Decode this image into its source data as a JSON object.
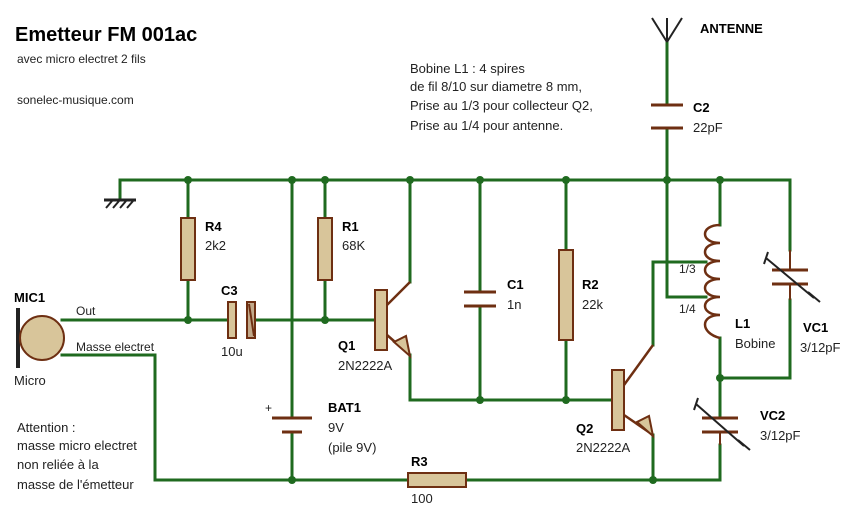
{
  "title": "Emetteur FM 001ac",
  "subtitle": "avec micro electret 2 fils",
  "website": "sonelec-musique.com",
  "coil_note": [
    "Bobine L1 : 4 spires",
    "de fil 8/10 sur diametre 8 mm,",
    "Prise au 1/3 pour collecteur Q2,",
    "Prise au 1/4 pour antenne."
  ],
  "attention_note": [
    "Attention :",
    "masse micro electret",
    "non reliée à la",
    "masse de l'émetteur"
  ],
  "antenna_label": "ANTENNE",
  "components": {
    "mic1": {
      "ref": "MIC1",
      "value": "Micro",
      "pin_out": "Out",
      "pin_gnd": "Masse electret"
    },
    "r4": {
      "ref": "R4",
      "value": "2k2"
    },
    "c3": {
      "ref": "C3",
      "value": "10u"
    },
    "r1": {
      "ref": "R1",
      "value": "68K"
    },
    "q1": {
      "ref": "Q1",
      "value": "2N2222A"
    },
    "c1": {
      "ref": "C1",
      "value": "1n"
    },
    "r2": {
      "ref": "R2",
      "value": "22k"
    },
    "q2": {
      "ref": "Q2",
      "value": "2N2222A"
    },
    "c2": {
      "ref": "C2",
      "value": "22pF"
    },
    "l1": {
      "ref": "L1",
      "value": "Bobine",
      "tap_third": "1/3",
      "tap_quarter": "1/4"
    },
    "vc1": {
      "ref": "VC1",
      "value": "3/12pF"
    },
    "vc2": {
      "ref": "VC2",
      "value": "3/12pF"
    },
    "bat1": {
      "ref": "BAT1",
      "value": "9V",
      "note": "(pile 9V)",
      "plus": "+"
    },
    "r3": {
      "ref": "R3",
      "value": "100"
    }
  }
}
